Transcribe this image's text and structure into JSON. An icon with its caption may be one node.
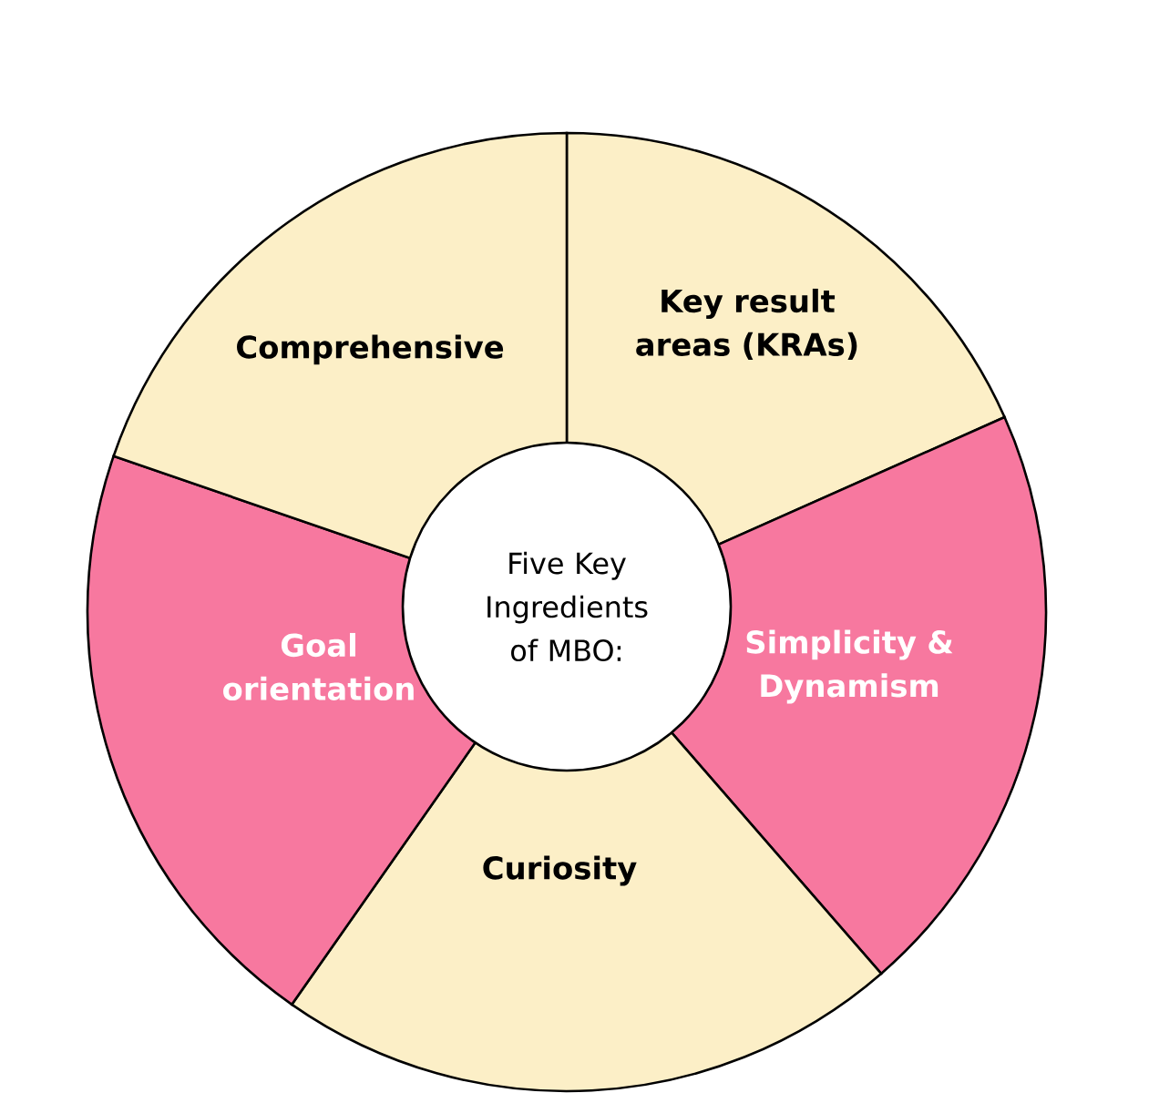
{
  "diagram": {
    "nodes": [
      {
        "text": [
          "Five Key Ingredients of MBO:"
        ]
      },
      {
        "text": [
          "Key result areas (KRAs)"
        ]
      },
      {
        "text": [
          "Simplicity & Dynamism"
        ]
      },
      {
        "text": [
          "Curiosity"
        ]
      },
      {
        "text": [
          "Goal orientation"
        ]
      },
      {
        "text": [
          "Comprehensive"
        ]
      }
    ]
  }
}
